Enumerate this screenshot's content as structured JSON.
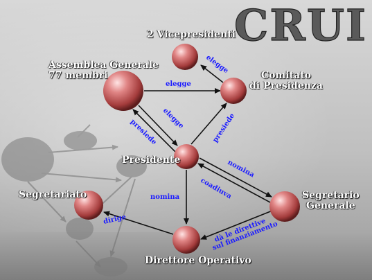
{
  "title": "CRUI",
  "nodes": {
    "vicepresidenti": "2 Vicepresidenti",
    "assemblea": "Assemblea Generale\n77 membri",
    "comitato": "Comitato\ndi Presidenza",
    "presidente": "Presidente",
    "segretariato": "Segretariato",
    "segretario": "Segretario\nGenerale",
    "direttore": "Direttore Operativo"
  },
  "edges": {
    "assemblea_comitato": "elegge",
    "comitato_vice": "elegge",
    "assemblea_presidente_elegge": "elegge",
    "presidente_assemblea_presiede": "presiede",
    "presidente_comitato_presiede": "presiede",
    "presidente_segretario_nomina": "nomina",
    "segretario_presidente_coadiuva": "coadiuva",
    "presidente_direttore_nomina": "nomina",
    "direttore_segretariato_dirige": "dirige",
    "segretario_direttore_line1": "dà le direttive",
    "segretario_direttore_line2": "sul finanziamento"
  },
  "colors": {
    "sphere": "#d06a6a",
    "edge_label": "#1c1cff",
    "node_label": "#ffffff"
  }
}
